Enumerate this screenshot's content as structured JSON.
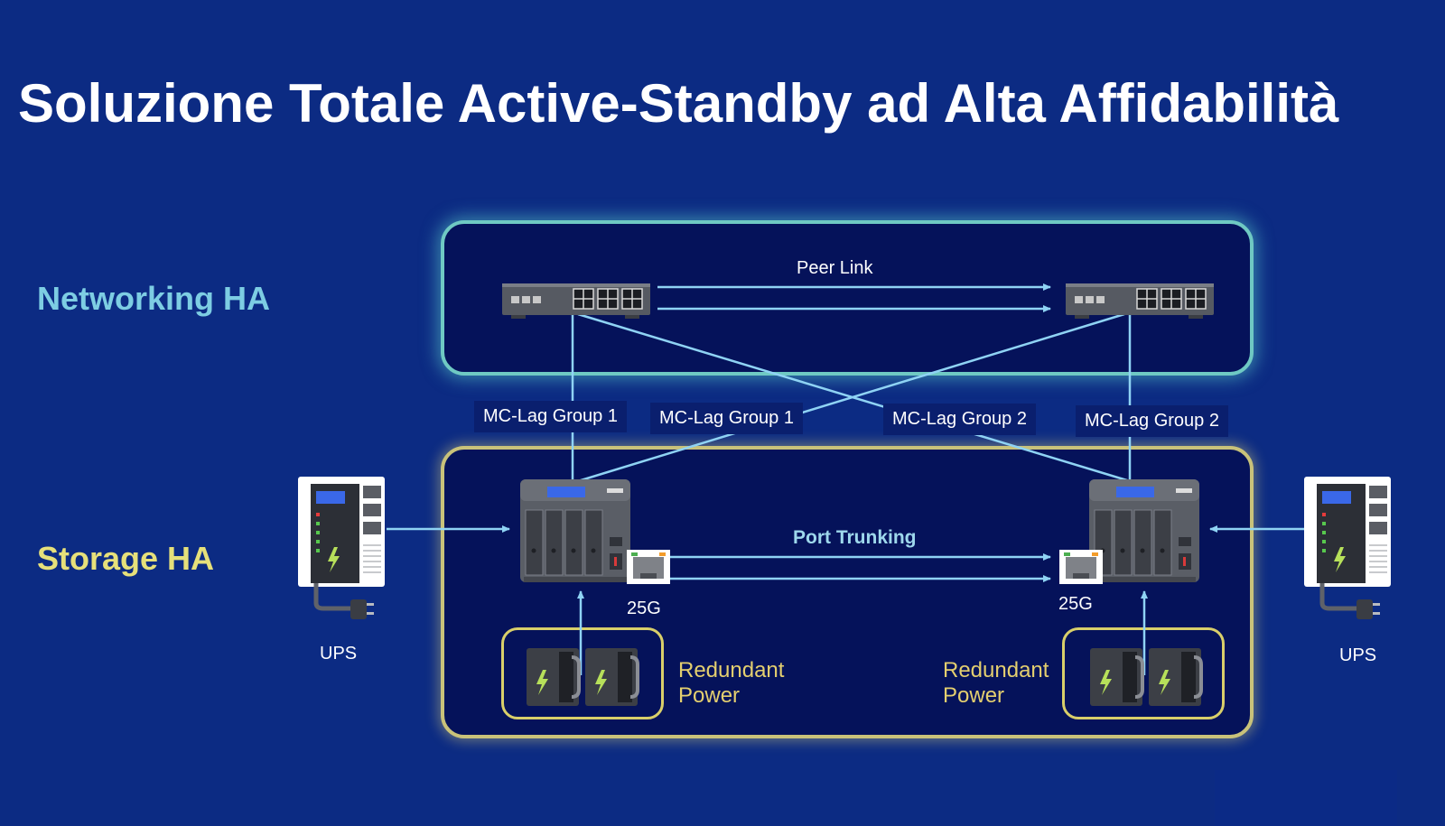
{
  "title": "Soluzione Totale Active-Standby ad Alta Affidabilità",
  "sections": {
    "networking": "Networking HA",
    "storage": "Storage HA"
  },
  "links": {
    "peer_link": "Peer Link",
    "port_trunking": "Port Trunking",
    "speed_left": "25G",
    "speed_right": "25G"
  },
  "mclag": [
    "MC-Lag Group 1",
    "MC-Lag Group 1",
    "MC-Lag Group 2",
    "MC-Lag Group 2"
  ],
  "ups_left": "UPS",
  "ups_right": "UPS",
  "redundant_power_left": [
    "Redundant",
    "Power"
  ],
  "redundant_power_right": [
    "Redundant",
    "Power"
  ],
  "colors": {
    "background": "#0c2b83",
    "networking_accent": "#7dcde3",
    "storage_accent": "#e6e07a",
    "wire": "#8fd3f4"
  },
  "icons": {
    "switch": "network-switch-icon",
    "nas": "nas-storage-icon",
    "ups": "ups-icon",
    "psu": "power-supply-icon",
    "port": "ethernet-port-icon"
  }
}
